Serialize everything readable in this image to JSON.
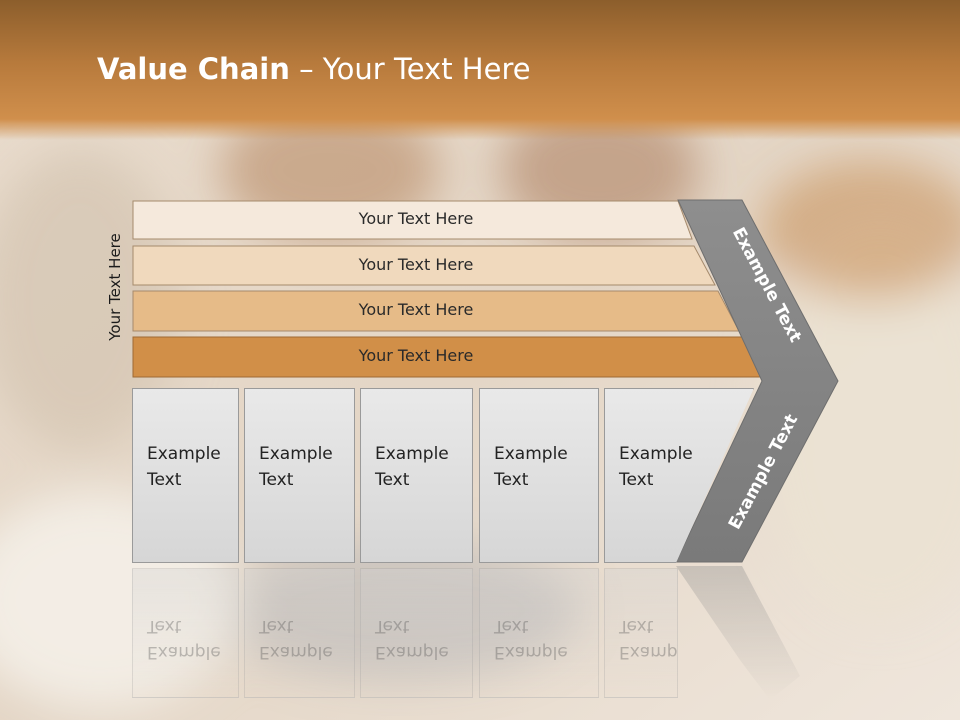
{
  "slide": {
    "title_bold": "Value Chain",
    "title_rest": " – Your Text Here",
    "side_label": "Your Text Here"
  },
  "rows": [
    {
      "label": "Your Text Here",
      "color": "#f5e9dc"
    },
    {
      "label": "Your Text Here",
      "color": "#f0d9bd"
    },
    {
      "label": "Your Text Here",
      "color": "#e6bb88"
    },
    {
      "label": "Your Text Here",
      "color": "#d18f48"
    }
  ],
  "boxes": [
    {
      "label": "Example\nText"
    },
    {
      "label": "Example\nText"
    },
    {
      "label": "Example\nText"
    },
    {
      "label": "Example\nText"
    },
    {
      "label": "Example\nText"
    }
  ],
  "chevron": {
    "upper_label": "Example Text",
    "lower_label": "Example Text",
    "color": "#8a8a8a"
  }
}
